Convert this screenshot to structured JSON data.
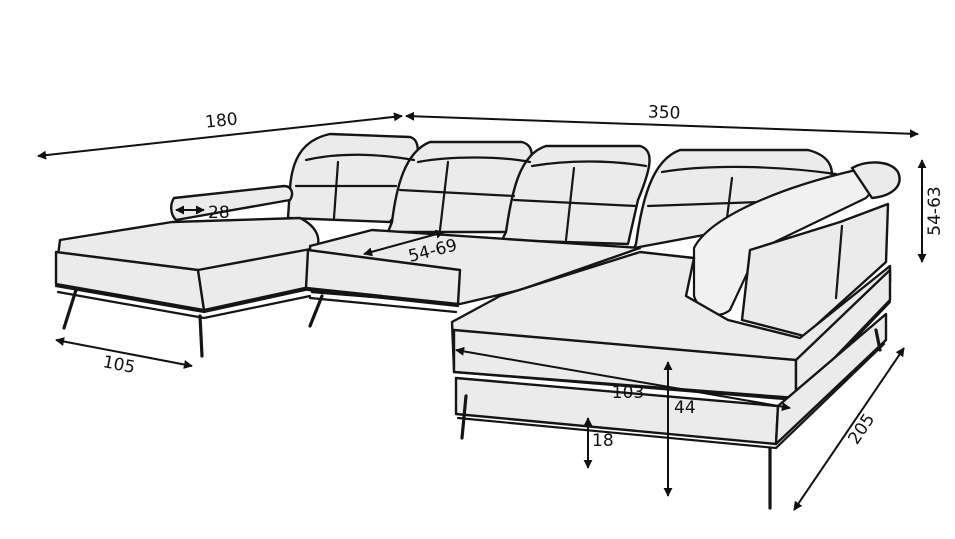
{
  "diagram": {
    "colors": {
      "upholstery": "#ebebeb",
      "outline": "#151515",
      "dimension_line": "#111111",
      "background": "#ffffff"
    },
    "dimensions": {
      "left_width": "180",
      "main_width": "350",
      "backrest_height": "54-63",
      "armrest_width": "28",
      "seat_depth": "54-69",
      "chaise_width": "105",
      "right_seat_length": "103",
      "seat_height": "44",
      "leg_height": "18",
      "right_depth": "205"
    }
  }
}
